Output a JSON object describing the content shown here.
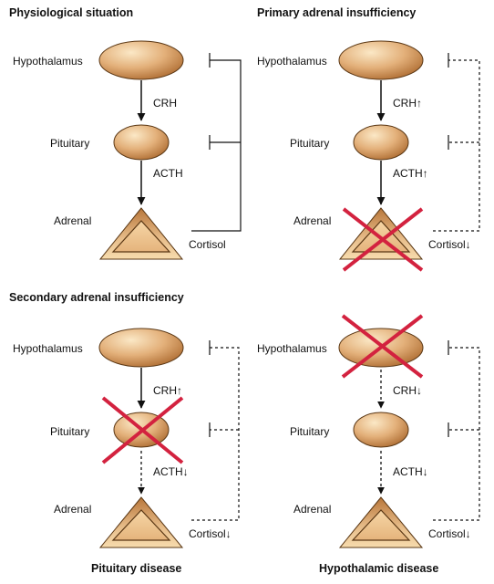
{
  "panels": {
    "top_left": {
      "title": "Physiological situation",
      "hypothalamus": "Hypothalamus",
      "pituitary": "Pituitary",
      "adrenal": "Adrenal",
      "crh": "CRH",
      "acth": "ACTH",
      "cortisol": "Cortisol"
    },
    "top_right": {
      "title": "Primary adrenal insufficiency",
      "hypothalamus": "Hypothalamus",
      "pituitary": "Pituitary",
      "adrenal": "Adrenal",
      "crh": "CRH↑",
      "acth": "ACTH↑",
      "cortisol": "Cortisol↓"
    },
    "bottom_left": {
      "title": "Secondary adrenal insufficiency",
      "hypothalamus": "Hypothalamus",
      "pituitary": "Pituitary",
      "adrenal": "Adrenal",
      "crh": "CRH↑",
      "acth": "ACTH↓",
      "cortisol": "Cortisol↓",
      "footer": "Pituitary disease"
    },
    "bottom_right": {
      "hypothalamus": "Hypothalamus",
      "pituitary": "Pituitary",
      "adrenal": "Adrenal",
      "crh": "CRH↓",
      "acth": "ACTH↓",
      "cortisol": "Cortisol↓",
      "footer": "Hypothalamic disease"
    }
  },
  "colors": {
    "gland_light": "#f7dcae",
    "gland_dark": "#a8652a",
    "cross": "#d3223f",
    "line": "#111111"
  }
}
